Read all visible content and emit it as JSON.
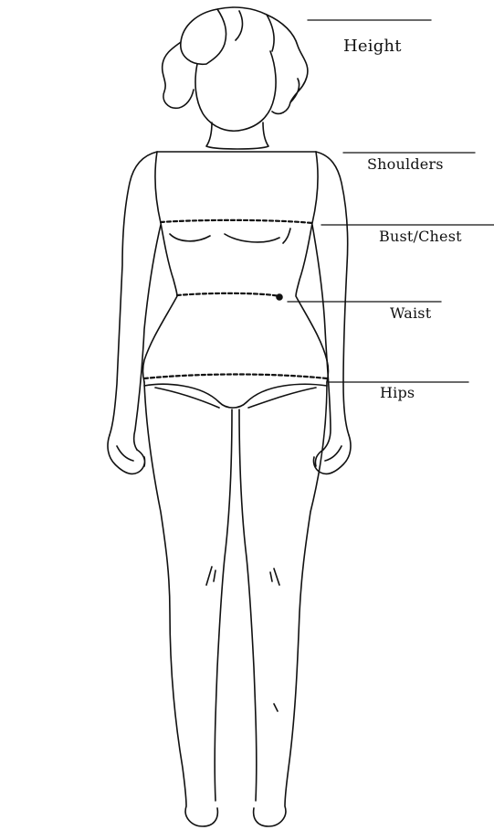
{
  "labels": {
    "height": "Height",
    "shoulders": "Shoulders",
    "bust": "Bust/Chest",
    "waist": "Waist",
    "hips": "Hips"
  },
  "colors": {
    "line": "#111111",
    "background": "#ffffff"
  }
}
